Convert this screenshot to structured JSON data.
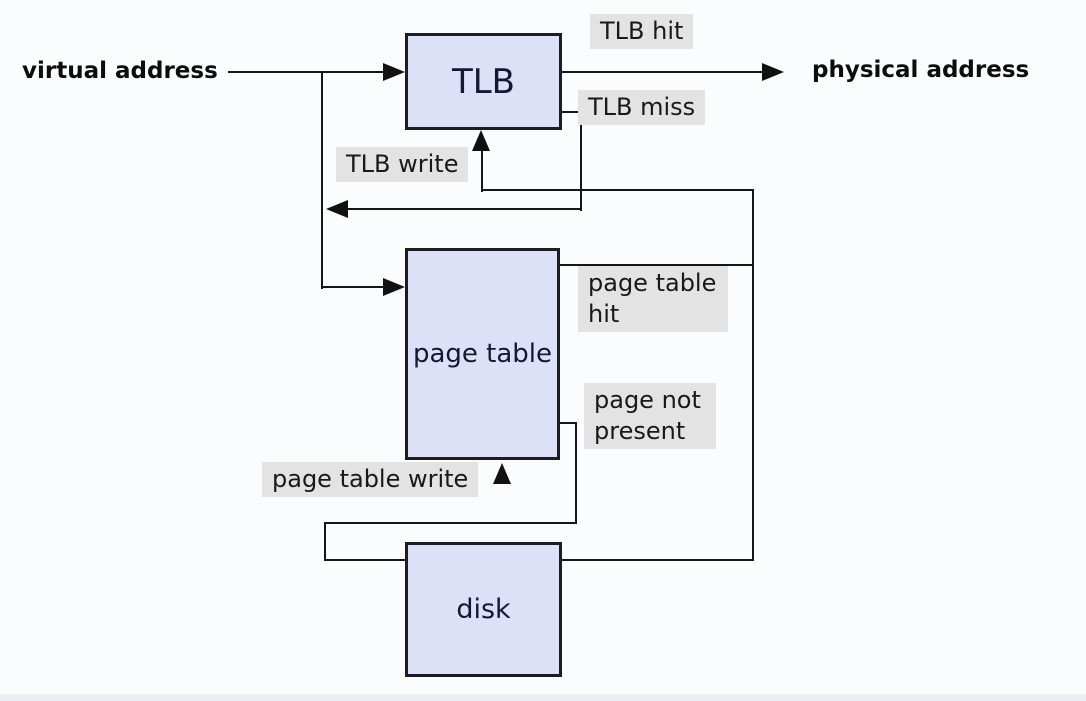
{
  "nodes": {
    "tlb": {
      "label": "TLB"
    },
    "page_table": {
      "label": "page table"
    },
    "disk": {
      "label": "disk"
    }
  },
  "endpoints": {
    "virtual_address": "virtual address",
    "physical_address": "physical address"
  },
  "edge_labels": {
    "tlb_hit": "TLB hit",
    "tlb_miss": "TLB miss",
    "tlb_write": "TLB write",
    "page_table_hit": "page table hit",
    "page_not_present": "page not present",
    "page_table_write": "page table write"
  },
  "colors": {
    "background": "#fbfcfe",
    "node_fill": "#dde1f7",
    "node_border": "#1c1c22",
    "node_text": "#171733",
    "label_background": "#e3e3e3",
    "label_text": "#191919",
    "line": "#161616",
    "endpoint_text": "#0d0d0d"
  }
}
